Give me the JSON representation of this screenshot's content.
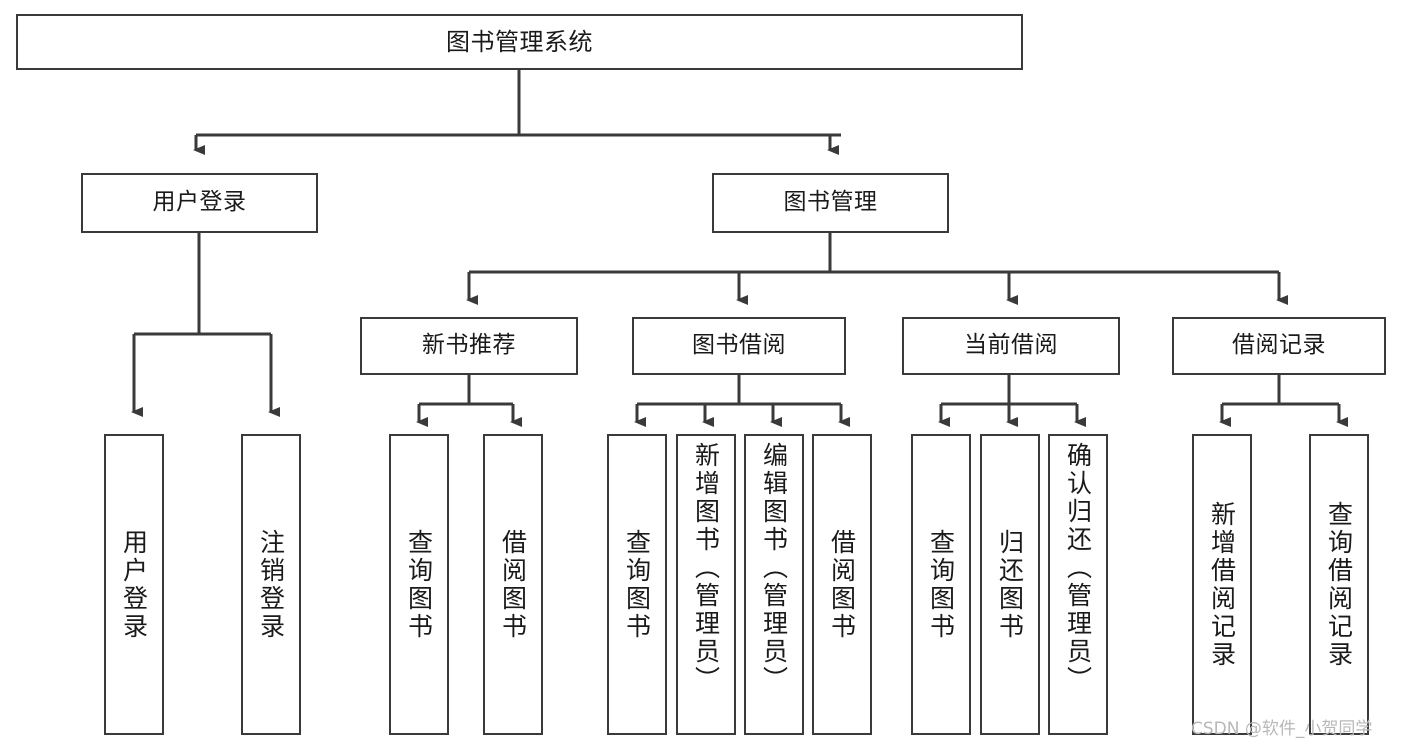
{
  "diagram": {
    "title": "图书管理系统",
    "type": "tree",
    "root": {
      "id": "root",
      "label": "图书管理系统"
    },
    "level2": [
      {
        "id": "user-login",
        "label": "用户登录"
      },
      {
        "id": "book-manage",
        "label": "图书管理"
      }
    ],
    "level3": [
      {
        "id": "new-book-recommend",
        "label": "新书推荐",
        "parent": "book-manage"
      },
      {
        "id": "book-borrow",
        "label": "图书借阅",
        "parent": "book-manage"
      },
      {
        "id": "current-borrow",
        "label": "当前借阅",
        "parent": "book-manage"
      },
      {
        "id": "borrow-record",
        "label": "借阅记录",
        "parent": "book-manage"
      }
    ],
    "leaves": [
      {
        "id": "leaf-user-login",
        "label": "用户登录",
        "parent": "user-login"
      },
      {
        "id": "leaf-logout",
        "label": "注销登录",
        "parent": "user-login"
      },
      {
        "id": "leaf-query-book-1",
        "label": "查询图书",
        "parent": "new-book-recommend"
      },
      {
        "id": "leaf-borrow-book-1",
        "label": "借阅图书",
        "parent": "new-book-recommend"
      },
      {
        "id": "leaf-query-book-2",
        "label": "查询图书",
        "parent": "book-borrow"
      },
      {
        "id": "leaf-add-book",
        "label": "新增图书（管理员）",
        "parent": "book-borrow"
      },
      {
        "id": "leaf-edit-book",
        "label": "编辑图书（管理员）",
        "parent": "book-borrow"
      },
      {
        "id": "leaf-borrow-book-2",
        "label": "借阅图书",
        "parent": "book-borrow"
      },
      {
        "id": "leaf-query-book-3",
        "label": "查询图书",
        "parent": "current-borrow"
      },
      {
        "id": "leaf-return-book",
        "label": "归还图书",
        "parent": "current-borrow"
      },
      {
        "id": "leaf-confirm-return",
        "label": "确认归还（管理员）",
        "parent": "current-borrow"
      },
      {
        "id": "leaf-add-record",
        "label": "新增借阅记录",
        "parent": "borrow-record"
      },
      {
        "id": "leaf-query-record",
        "label": "查询借阅记录",
        "parent": "borrow-record"
      }
    ],
    "colors": {
      "stroke": "#3a3a3a",
      "text": "#1a1a1a",
      "background": "#ffffff",
      "watermark": "#b8b8b8"
    }
  },
  "watermark": {
    "text": "CSDN @软件_小贺同学"
  }
}
